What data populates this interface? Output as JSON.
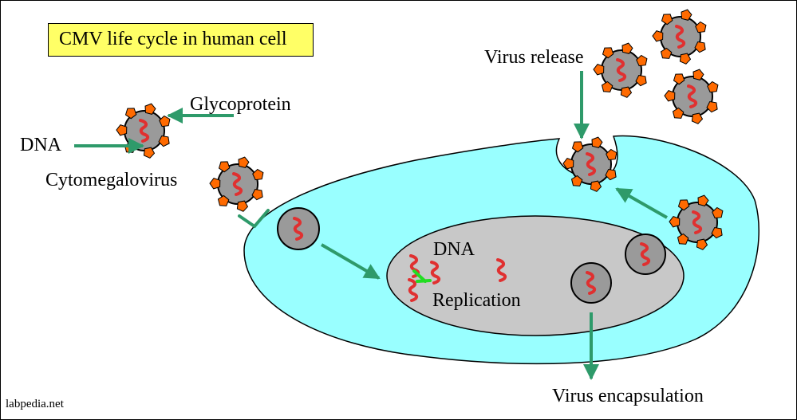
{
  "title": "CMV life cycle in human cell",
  "labels": {
    "glycoprotein": "Glycoprotein",
    "dna_left": "DNA",
    "cytomegalovirus": "Cytomegalovirus",
    "virus_release": "Virus release",
    "dna_nucleus": "DNA",
    "replication": "Replication",
    "virus_encapsulation": "Virus encapsulation"
  },
  "watermark": "labpedia.net",
  "colors": {
    "cytoplasm": "#99ffff",
    "nucleus": "#c8c8c8",
    "virion": "#9a9a9a",
    "spike": "#ff6a00",
    "dna": "#e03030",
    "arrow": "#2e9a6a",
    "title_bg": "#ffff66"
  }
}
